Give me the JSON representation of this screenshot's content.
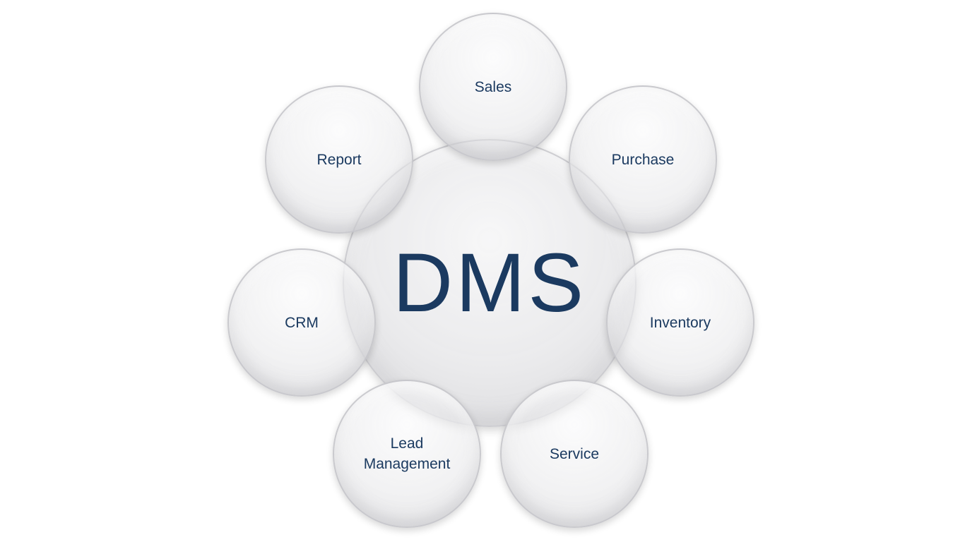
{
  "diagram": {
    "center": {
      "label": "DMS"
    },
    "modules": [
      {
        "id": "sales",
        "label": "Sales"
      },
      {
        "id": "purchase",
        "label": "Purchase"
      },
      {
        "id": "report",
        "label": "Report"
      },
      {
        "id": "crm",
        "label": "CRM"
      },
      {
        "id": "inventory",
        "label": "Inventory"
      },
      {
        "id": "lead",
        "label": "Lead\nManagement"
      },
      {
        "id": "service",
        "label": "Service"
      }
    ]
  },
  "colors": {
    "text": "#1b3a60",
    "bubble_fill": "#e6e6e8",
    "bubble_border": "#c8c8cc",
    "background": "#ffffff"
  }
}
